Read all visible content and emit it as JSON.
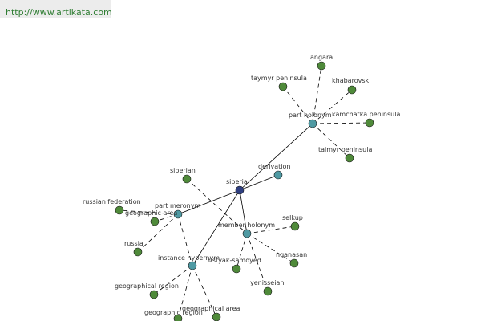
{
  "header": {
    "url": "http://www.artikata.com"
  },
  "colors": {
    "leaf": "#4f8a3a",
    "relation": "#4f9aa3",
    "center": "#2f3f80",
    "edge": "#000000"
  },
  "graph": {
    "nodes": [
      {
        "id": "siberia",
        "label": "siberia",
        "kind": "center"
      },
      {
        "id": "part-holonym",
        "label": "part holonym",
        "kind": "relation"
      },
      {
        "id": "derivation",
        "label": "derivation",
        "kind": "relation"
      },
      {
        "id": "part-meronym",
        "label": "part meronym",
        "kind": "relation"
      },
      {
        "id": "member-holonym",
        "label": "member holonym",
        "kind": "relation"
      },
      {
        "id": "instance-hypernym",
        "label": "instance hypernym",
        "kind": "relation"
      },
      {
        "id": "angara",
        "label": "angara",
        "kind": "leaf"
      },
      {
        "id": "taymyr-peninsula",
        "label": "taymyr peninsula",
        "kind": "leaf"
      },
      {
        "id": "khabarovsk",
        "label": "khabarovsk",
        "kind": "leaf"
      },
      {
        "id": "kamchatka-peninsula",
        "label": "kamchatka peninsula",
        "kind": "leaf"
      },
      {
        "id": "taimyr-peninsula",
        "label": "taimyr peninsula",
        "kind": "leaf"
      },
      {
        "id": "siberian",
        "label": "siberian",
        "kind": "leaf"
      },
      {
        "id": "russian-federation",
        "label": "russian federation",
        "kind": "leaf"
      },
      {
        "id": "geographic-area",
        "label": "geographic area",
        "kind": "leaf"
      },
      {
        "id": "russia",
        "label": "russia",
        "kind": "leaf"
      },
      {
        "id": "selkup",
        "label": "selkup",
        "kind": "leaf"
      },
      {
        "id": "ostyak-samoyed",
        "label": "ostyak-samoyed",
        "kind": "leaf"
      },
      {
        "id": "nganasan",
        "label": "nganasan",
        "kind": "leaf"
      },
      {
        "id": "yenisseian",
        "label": "yenisseian",
        "kind": "leaf"
      },
      {
        "id": "geographical-region",
        "label": "geographical region",
        "kind": "leaf"
      },
      {
        "id": "geographic-region",
        "label": "geographic region",
        "kind": "leaf"
      },
      {
        "id": "geographical-area",
        "label": "geographical area",
        "kind": "leaf"
      }
    ],
    "edges": [
      {
        "from": "siberia",
        "to": "part-holonym",
        "style": "solid"
      },
      {
        "from": "siberia",
        "to": "derivation",
        "style": "solid"
      },
      {
        "from": "siberia",
        "to": "part-meronym",
        "style": "solid"
      },
      {
        "from": "siberia",
        "to": "instance-hypernym",
        "style": "solid"
      },
      {
        "from": "siberia",
        "to": "member-holonym",
        "style": "solid"
      },
      {
        "from": "part-holonym",
        "to": "angara",
        "style": "dashed"
      },
      {
        "from": "part-holonym",
        "to": "taymyr-peninsula",
        "style": "dashed"
      },
      {
        "from": "part-holonym",
        "to": "khabarovsk",
        "style": "dashed"
      },
      {
        "from": "part-holonym",
        "to": "kamchatka-peninsula",
        "style": "dashed"
      },
      {
        "from": "part-holonym",
        "to": "taimyr-peninsula",
        "style": "dashed"
      },
      {
        "from": "siberian",
        "to": "member-holonym",
        "style": "dashed"
      },
      {
        "from": "part-meronym",
        "to": "russian-federation",
        "style": "dashed"
      },
      {
        "from": "part-meronym",
        "to": "geographic-area",
        "style": "dashed"
      },
      {
        "from": "part-meronym",
        "to": "russia",
        "style": "dashed"
      },
      {
        "from": "part-meronym",
        "to": "instance-hypernym",
        "style": "dashed"
      },
      {
        "from": "member-holonym",
        "to": "selkup",
        "style": "dashed"
      },
      {
        "from": "member-holonym",
        "to": "ostyak-samoyed",
        "style": "dashed"
      },
      {
        "from": "member-holonym",
        "to": "nganasan",
        "style": "dashed"
      },
      {
        "from": "member-holonym",
        "to": "yenisseian",
        "style": "dashed"
      },
      {
        "from": "instance-hypernym",
        "to": "geographical-region",
        "style": "dashed"
      },
      {
        "from": "instance-hypernym",
        "to": "geographic-region",
        "style": "dashed"
      },
      {
        "from": "instance-hypernym",
        "to": "geographical-area",
        "style": "dashed"
      }
    ]
  }
}
